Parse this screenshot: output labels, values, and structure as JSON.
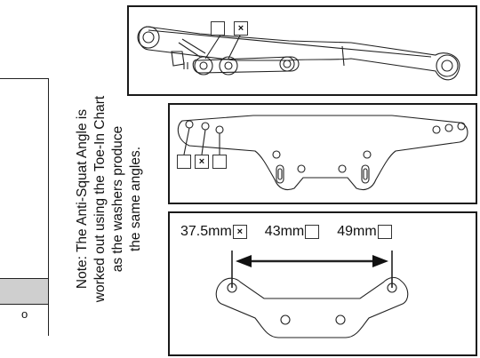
{
  "note": {
    "lines": [
      "Note: The Anti-Squat Angle is",
      "worked out using the Toe-In Chart",
      "as the washers produce",
      "the same angles."
    ]
  },
  "table_fragment": {
    "cell_value": "o"
  },
  "panel_top": {
    "boxes": [
      {
        "checked": false,
        "mark": ""
      },
      {
        "checked": true,
        "mark": "×"
      }
    ]
  },
  "panel_middle": {
    "boxes": [
      {
        "checked": false,
        "mark": ""
      },
      {
        "checked": true,
        "mark": "×"
      },
      {
        "checked": false,
        "mark": ""
      }
    ]
  },
  "panel_bottom": {
    "options": [
      {
        "label": "37.5mm",
        "checked": true,
        "mark": "×"
      },
      {
        "label": "43mm",
        "checked": false,
        "mark": ""
      },
      {
        "label": "49mm",
        "checked": false,
        "mark": ""
      }
    ]
  },
  "colors": {
    "line": "#1a1a1a",
    "shade": "#cfcfcf"
  }
}
